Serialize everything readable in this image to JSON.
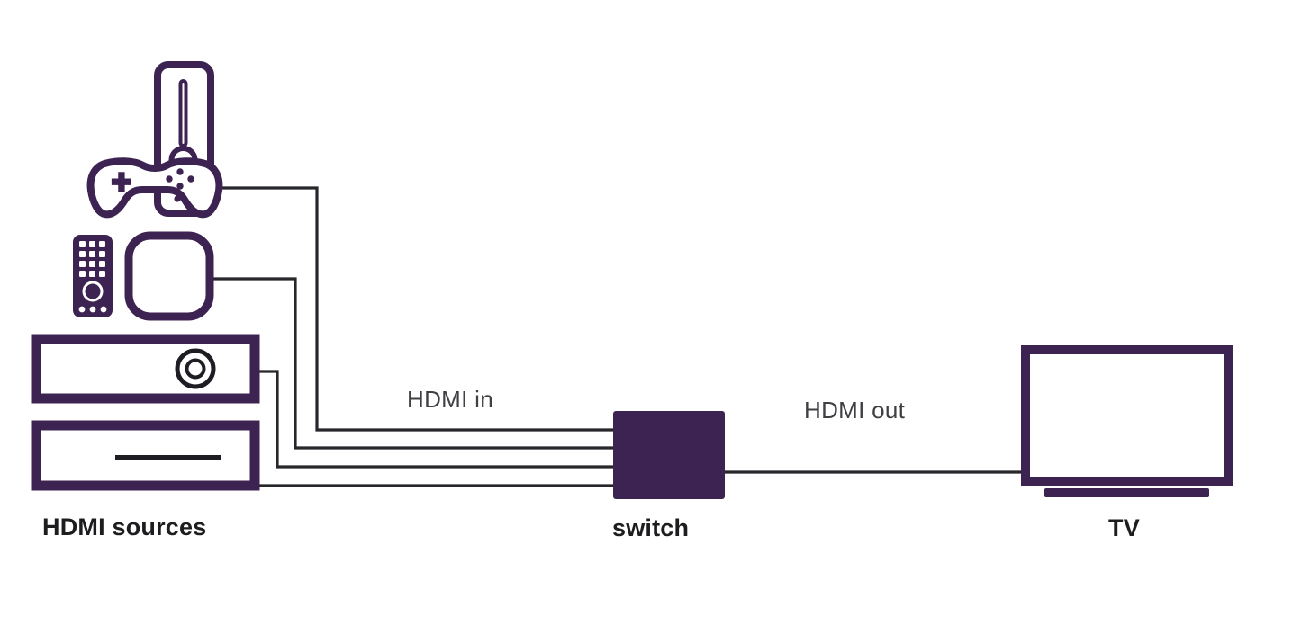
{
  "diagram": {
    "title": "HDMI switch connection diagram",
    "background_color": "#ffffff",
    "accent_color": "#3D2352",
    "line_color": "#26262b",
    "text_color": "#1d1d1f",
    "label_text_color": "#3f3f44",
    "labels": {
      "sources": "HDMI sources",
      "switch": "switch",
      "tv": "TV",
      "hdmi_in": "HDMI in",
      "hdmi_out": "HDMI out"
    },
    "sources": [
      {
        "id": "game-console",
        "name": "game console with controller",
        "icon": "game-console-icon"
      },
      {
        "id": "streaming-box",
        "name": "streaming media box with remote",
        "icon": "streaming-box-icon"
      },
      {
        "id": "disc-player",
        "name": "disc player",
        "icon": "disc-player-icon"
      },
      {
        "id": "set-top-box",
        "name": "set-top box",
        "icon": "set-top-box-icon"
      }
    ],
    "switch_device": {
      "id": "hdmi-switch",
      "name": "HDMI switch",
      "input_count": 4,
      "output_count": 1,
      "fill": "#3D2352"
    },
    "display": {
      "id": "tv",
      "name": "television",
      "icon": "tv-icon"
    },
    "connections": [
      {
        "from": "game-console",
        "to": "hdmi-switch",
        "type": "HDMI in"
      },
      {
        "from": "streaming-box",
        "to": "hdmi-switch",
        "type": "HDMI in"
      },
      {
        "from": "disc-player",
        "to": "hdmi-switch",
        "type": "HDMI in"
      },
      {
        "from": "set-top-box",
        "to": "hdmi-switch",
        "type": "HDMI in"
      },
      {
        "from": "hdmi-switch",
        "to": "tv",
        "type": "HDMI out"
      }
    ]
  }
}
